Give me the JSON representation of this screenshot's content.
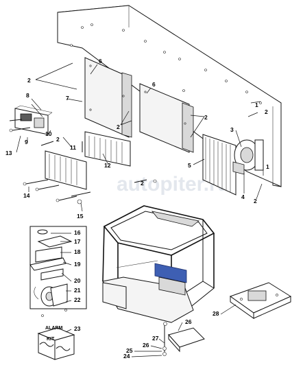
{
  "watermark": "autopiter.ru",
  "kit_box": {
    "line1": "ALARM",
    "line2": "KIT"
  },
  "callouts": {
    "c1a": "1",
    "c1b": "1",
    "c2a": "2",
    "c2b": "2",
    "c2c": "2",
    "c2d": "2",
    "c2e": "2",
    "c2f": "2",
    "c2g": "2",
    "c3": "3",
    "c4": "4",
    "c5": "5",
    "c6a": "6",
    "c6b": "6",
    "c7": "7",
    "c8": "8",
    "c9": "9",
    "c10": "10",
    "c11": "11",
    "c12": "12",
    "c13": "13",
    "c14": "14",
    "c15": "15",
    "c16": "16",
    "c17": "17",
    "c18": "18",
    "c19": "19",
    "c20": "20",
    "c21": "21",
    "c22": "22",
    "c23": "23",
    "c24": "24",
    "c25": "25",
    "c26a": "26",
    "c26b": "26",
    "c27": "27",
    "c28": "28"
  }
}
